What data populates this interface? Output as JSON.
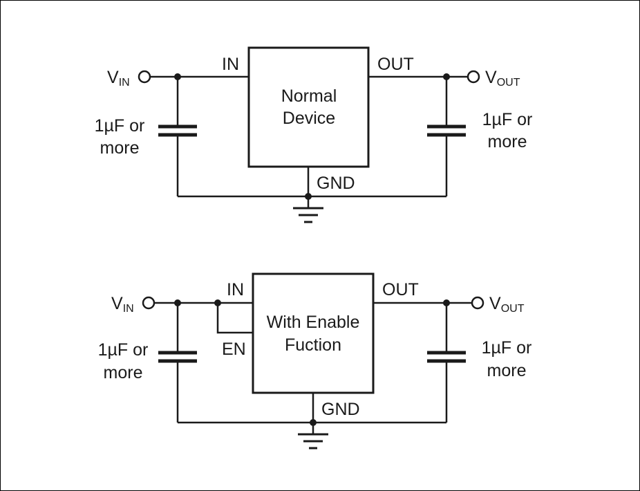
{
  "circuit_normal": {
    "pin_in": "IN",
    "pin_out": "OUT",
    "pin_gnd": "GND",
    "device_line1": "Normal",
    "device_line2": "Device",
    "vin_main": "V",
    "vin_sub": "IN",
    "vout_main": "V",
    "vout_sub": "OUT",
    "cap_in_line1": "1µF or",
    "cap_in_line2": "more",
    "cap_out_line1": "1µF or",
    "cap_out_line2": "more"
  },
  "circuit_enable": {
    "pin_in": "IN",
    "pin_en": "EN",
    "pin_out": "OUT",
    "pin_gnd": "GND",
    "device_line1": "With Enable",
    "device_line2": "Fuction",
    "vin_main": "V",
    "vin_sub": "IN",
    "vout_main": "V",
    "vout_sub": "OUT",
    "cap_in_line1": "1µF or",
    "cap_in_line2": "more",
    "cap_out_line1": "1µF or",
    "cap_out_line2": "more"
  }
}
